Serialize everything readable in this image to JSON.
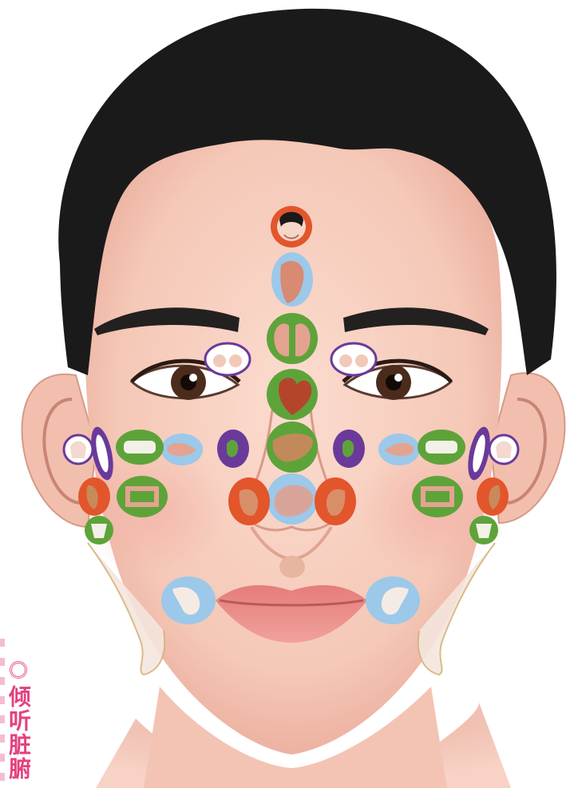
{
  "caption": {
    "text": "倾听脏腑"
  },
  "colors": {
    "skin": "#f7cfc2",
    "skin_shadow": "#e9a999",
    "hair": "#1b1a1a",
    "lip": "#e88d8a",
    "badge_orange": "#e3552b",
    "badge_green": "#5ea33a",
    "badge_blue": "#9cc8ea",
    "badge_purple": "#6a3a9a",
    "caption_pink": "#e4407f"
  },
  "organ_markers": [
    {
      "id": "head-face",
      "icon": "face-icon",
      "color": "orange"
    },
    {
      "id": "throat",
      "icon": "throat-icon",
      "color": "blue"
    },
    {
      "id": "lungs",
      "icon": "lungs-icon",
      "color": "green"
    },
    {
      "id": "heart",
      "icon": "heart-icon",
      "color": "green"
    },
    {
      "id": "liver",
      "icon": "liver-icon",
      "color": "green"
    },
    {
      "id": "spleen",
      "icon": "spleen-icon",
      "color": "blue"
    },
    {
      "id": "breast-left",
      "icon": "breast-icon",
      "color": "purple"
    },
    {
      "id": "breast-right",
      "icon": "breast-icon",
      "color": "purple"
    },
    {
      "id": "gallbladder-left",
      "icon": "gallbladder-icon",
      "color": "purple"
    },
    {
      "id": "gallbladder-right",
      "icon": "gallbladder-icon",
      "color": "purple"
    },
    {
      "id": "stomach-left",
      "icon": "stomach-icon",
      "color": "orange"
    },
    {
      "id": "stomach-right",
      "icon": "stomach-icon",
      "color": "orange"
    },
    {
      "id": "small-intestine-left",
      "icon": "small-intestine-icon",
      "color": "blue"
    },
    {
      "id": "small-intestine-right",
      "icon": "small-intestine-icon",
      "color": "blue"
    },
    {
      "id": "back-left",
      "icon": "back-icon",
      "color": "green"
    },
    {
      "id": "back-right",
      "icon": "back-icon",
      "color": "green"
    },
    {
      "id": "kidney-left",
      "icon": "kidney-icon",
      "color": "purple"
    },
    {
      "id": "kidney-right",
      "icon": "kidney-icon",
      "color": "purple"
    },
    {
      "id": "shoulder-left",
      "icon": "shoulder-icon",
      "color": "purple"
    },
    {
      "id": "shoulder-right",
      "icon": "shoulder-icon",
      "color": "purple"
    },
    {
      "id": "arm-left",
      "icon": "arm-icon",
      "color": "orange"
    },
    {
      "id": "arm-right",
      "icon": "arm-icon",
      "color": "orange"
    },
    {
      "id": "large-intestine-left",
      "icon": "large-intestine-icon",
      "color": "green"
    },
    {
      "id": "large-intestine-right",
      "icon": "large-intestine-icon",
      "color": "green"
    },
    {
      "id": "hand-left",
      "icon": "hand-icon",
      "color": "green"
    },
    {
      "id": "hand-right",
      "icon": "hand-icon",
      "color": "green"
    },
    {
      "id": "thigh-left",
      "icon": "thigh-icon",
      "color": "blue"
    },
    {
      "id": "thigh-right",
      "icon": "thigh-icon",
      "color": "blue"
    },
    {
      "id": "bladder-genitals",
      "icon": "bladder-icon",
      "color": "none"
    },
    {
      "id": "leg-left",
      "icon": "leg-icon",
      "color": "none"
    },
    {
      "id": "leg-right",
      "icon": "leg-icon",
      "color": "none"
    }
  ]
}
